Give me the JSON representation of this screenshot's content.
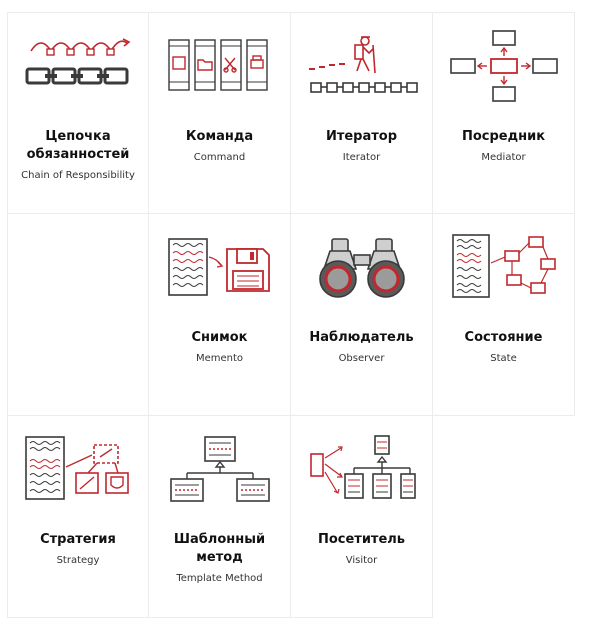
{
  "colors": {
    "accent": "#c0282e",
    "ink": "#3a3a3a",
    "border": "#ececec"
  },
  "patterns": [
    {
      "title": "Цепочка обязанностей",
      "subtitle": "Chain of Responsibility",
      "icon": "chain-of-responsibility-icon"
    },
    {
      "title": "Команда",
      "subtitle": "Command",
      "icon": "command-icon"
    },
    {
      "title": "Итератор",
      "subtitle": "Iterator",
      "icon": "iterator-icon"
    },
    {
      "title": "Посредник",
      "subtitle": "Mediator",
      "icon": "mediator-icon"
    },
    {
      "title": "Снимок",
      "subtitle": "Memento",
      "icon": "memento-icon"
    },
    {
      "title": "Наблюдатель",
      "subtitle": "Observer",
      "icon": "observer-icon"
    },
    {
      "title": "Состояние",
      "subtitle": "State",
      "icon": "state-icon"
    },
    {
      "title": "Стратегия",
      "subtitle": "Strategy",
      "icon": "strategy-icon"
    },
    {
      "title": "Шаблонный метод",
      "subtitle": "Template Method",
      "icon": "template-method-icon"
    },
    {
      "title": "Посетитель",
      "subtitle": "Visitor",
      "icon": "visitor-icon"
    }
  ]
}
